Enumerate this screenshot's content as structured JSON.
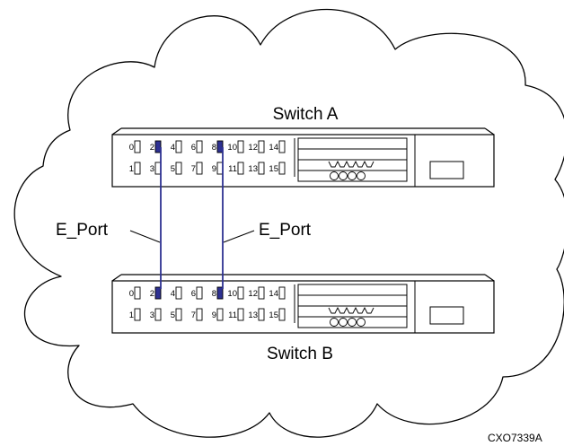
{
  "diagram": {
    "switch_a": {
      "label": "Switch A"
    },
    "switch_b": {
      "label": "Switch B"
    },
    "link_labels": {
      "left": "E_Port",
      "right": "E_Port"
    },
    "figure_id": "CXO7339A"
  },
  "switch_ports": {
    "top_row": [
      "0",
      "2",
      "4",
      "6",
      "8",
      "10",
      "12",
      "14"
    ],
    "bottom_row": [
      "1",
      "3",
      "5",
      "7",
      "9",
      "11",
      "13",
      "15"
    ],
    "e_ports": [
      "2",
      "8"
    ]
  },
  "colors": {
    "link": "#2e3192",
    "active_port": "#2e3192",
    "outline": "#000000",
    "background": "#ffffff"
  }
}
